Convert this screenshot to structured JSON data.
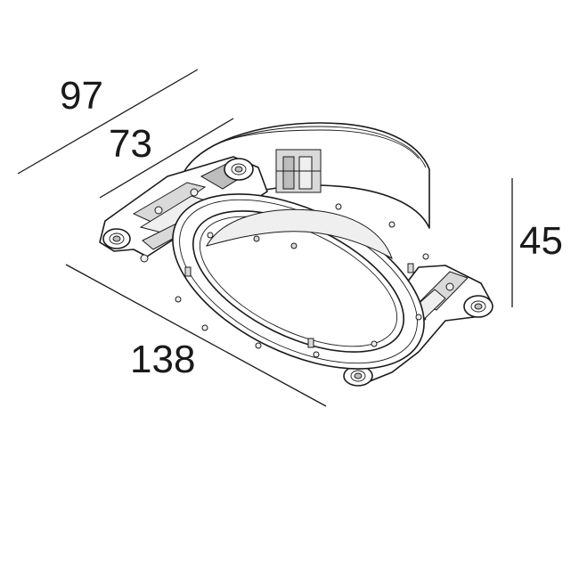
{
  "dimensions": {
    "outer_width": "97",
    "inner_width": "73",
    "length": "138",
    "height": "45"
  }
}
